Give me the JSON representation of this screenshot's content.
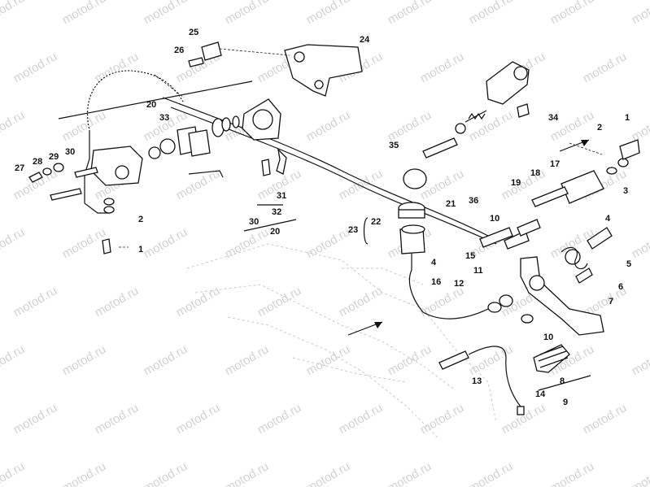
{
  "watermark": "motod.ru",
  "labels": {
    "l1a": "1",
    "l1b": "1",
    "l2a": "2",
    "l2b": "2",
    "l3": "3",
    "l4a": "4",
    "l4b": "4",
    "l5": "5",
    "l6": "6",
    "l7": "7",
    "l8": "8",
    "l9": "9",
    "l10a": "10",
    "l10b": "10",
    "l11": "11",
    "l12": "12",
    "l13": "13",
    "l14": "14",
    "l15": "15",
    "l16": "16",
    "l17": "17",
    "l18": "18",
    "l19": "19",
    "l20a": "20",
    "l20b": "20",
    "l21": "21",
    "l22": "22",
    "l23": "23",
    "l24": "24",
    "l25": "25",
    "l26": "26",
    "l27": "27",
    "l28": "28",
    "l29": "29",
    "l30a": "30",
    "l30b": "30",
    "l31": "31",
    "l32": "32",
    "l33": "33",
    "l34": "34",
    "l35": "35",
    "l36": "36"
  }
}
